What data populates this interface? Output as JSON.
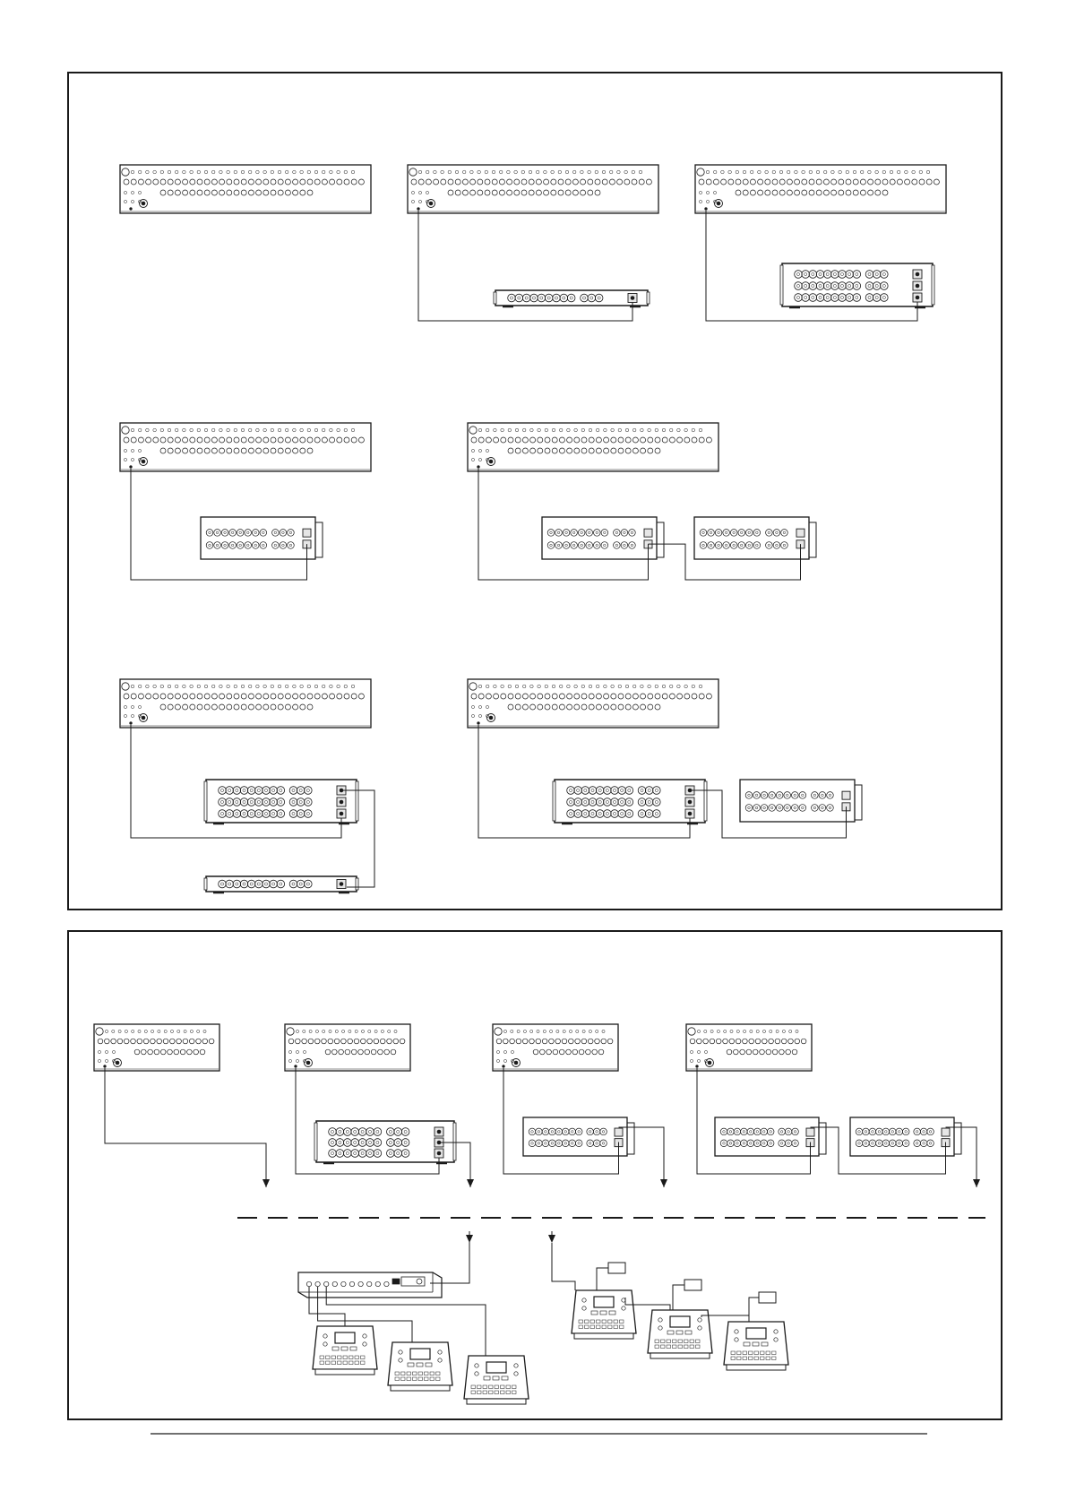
{
  "page": {
    "line_color": "#1a1a1a",
    "device_fill": "#ffffff",
    "connector_fill": "#e6e6e6"
  },
  "panels": [
    {
      "name": "configuration-panel",
      "configurations": [
        {
          "name": "console-standalone",
          "expanders": []
        },
        {
          "name": "console-with-single-row-rack",
          "expanders": [
            "rack-1row"
          ]
        },
        {
          "name": "console-with-three-row-rack",
          "expanders": [
            "rack-3row"
          ]
        },
        {
          "name": "console-with-desktop-unit",
          "expanders": [
            "desk-unit"
          ]
        },
        {
          "name": "console-with-two-desktop-units",
          "expanders": [
            "desk-unit",
            "desk-unit"
          ]
        },
        {
          "name": "console-with-three-row-and-single-row-rack",
          "expanders": [
            "rack-3row",
            "rack-1row"
          ]
        },
        {
          "name": "console-with-three-row-rack-and-desktop-unit",
          "expanders": [
            "rack-3row",
            "desk-unit"
          ]
        }
      ]
    },
    {
      "name": "network-panel",
      "consoles": 4,
      "hub_ports": 10,
      "wired_stations": 3,
      "remote_stations": 3
    }
  ]
}
